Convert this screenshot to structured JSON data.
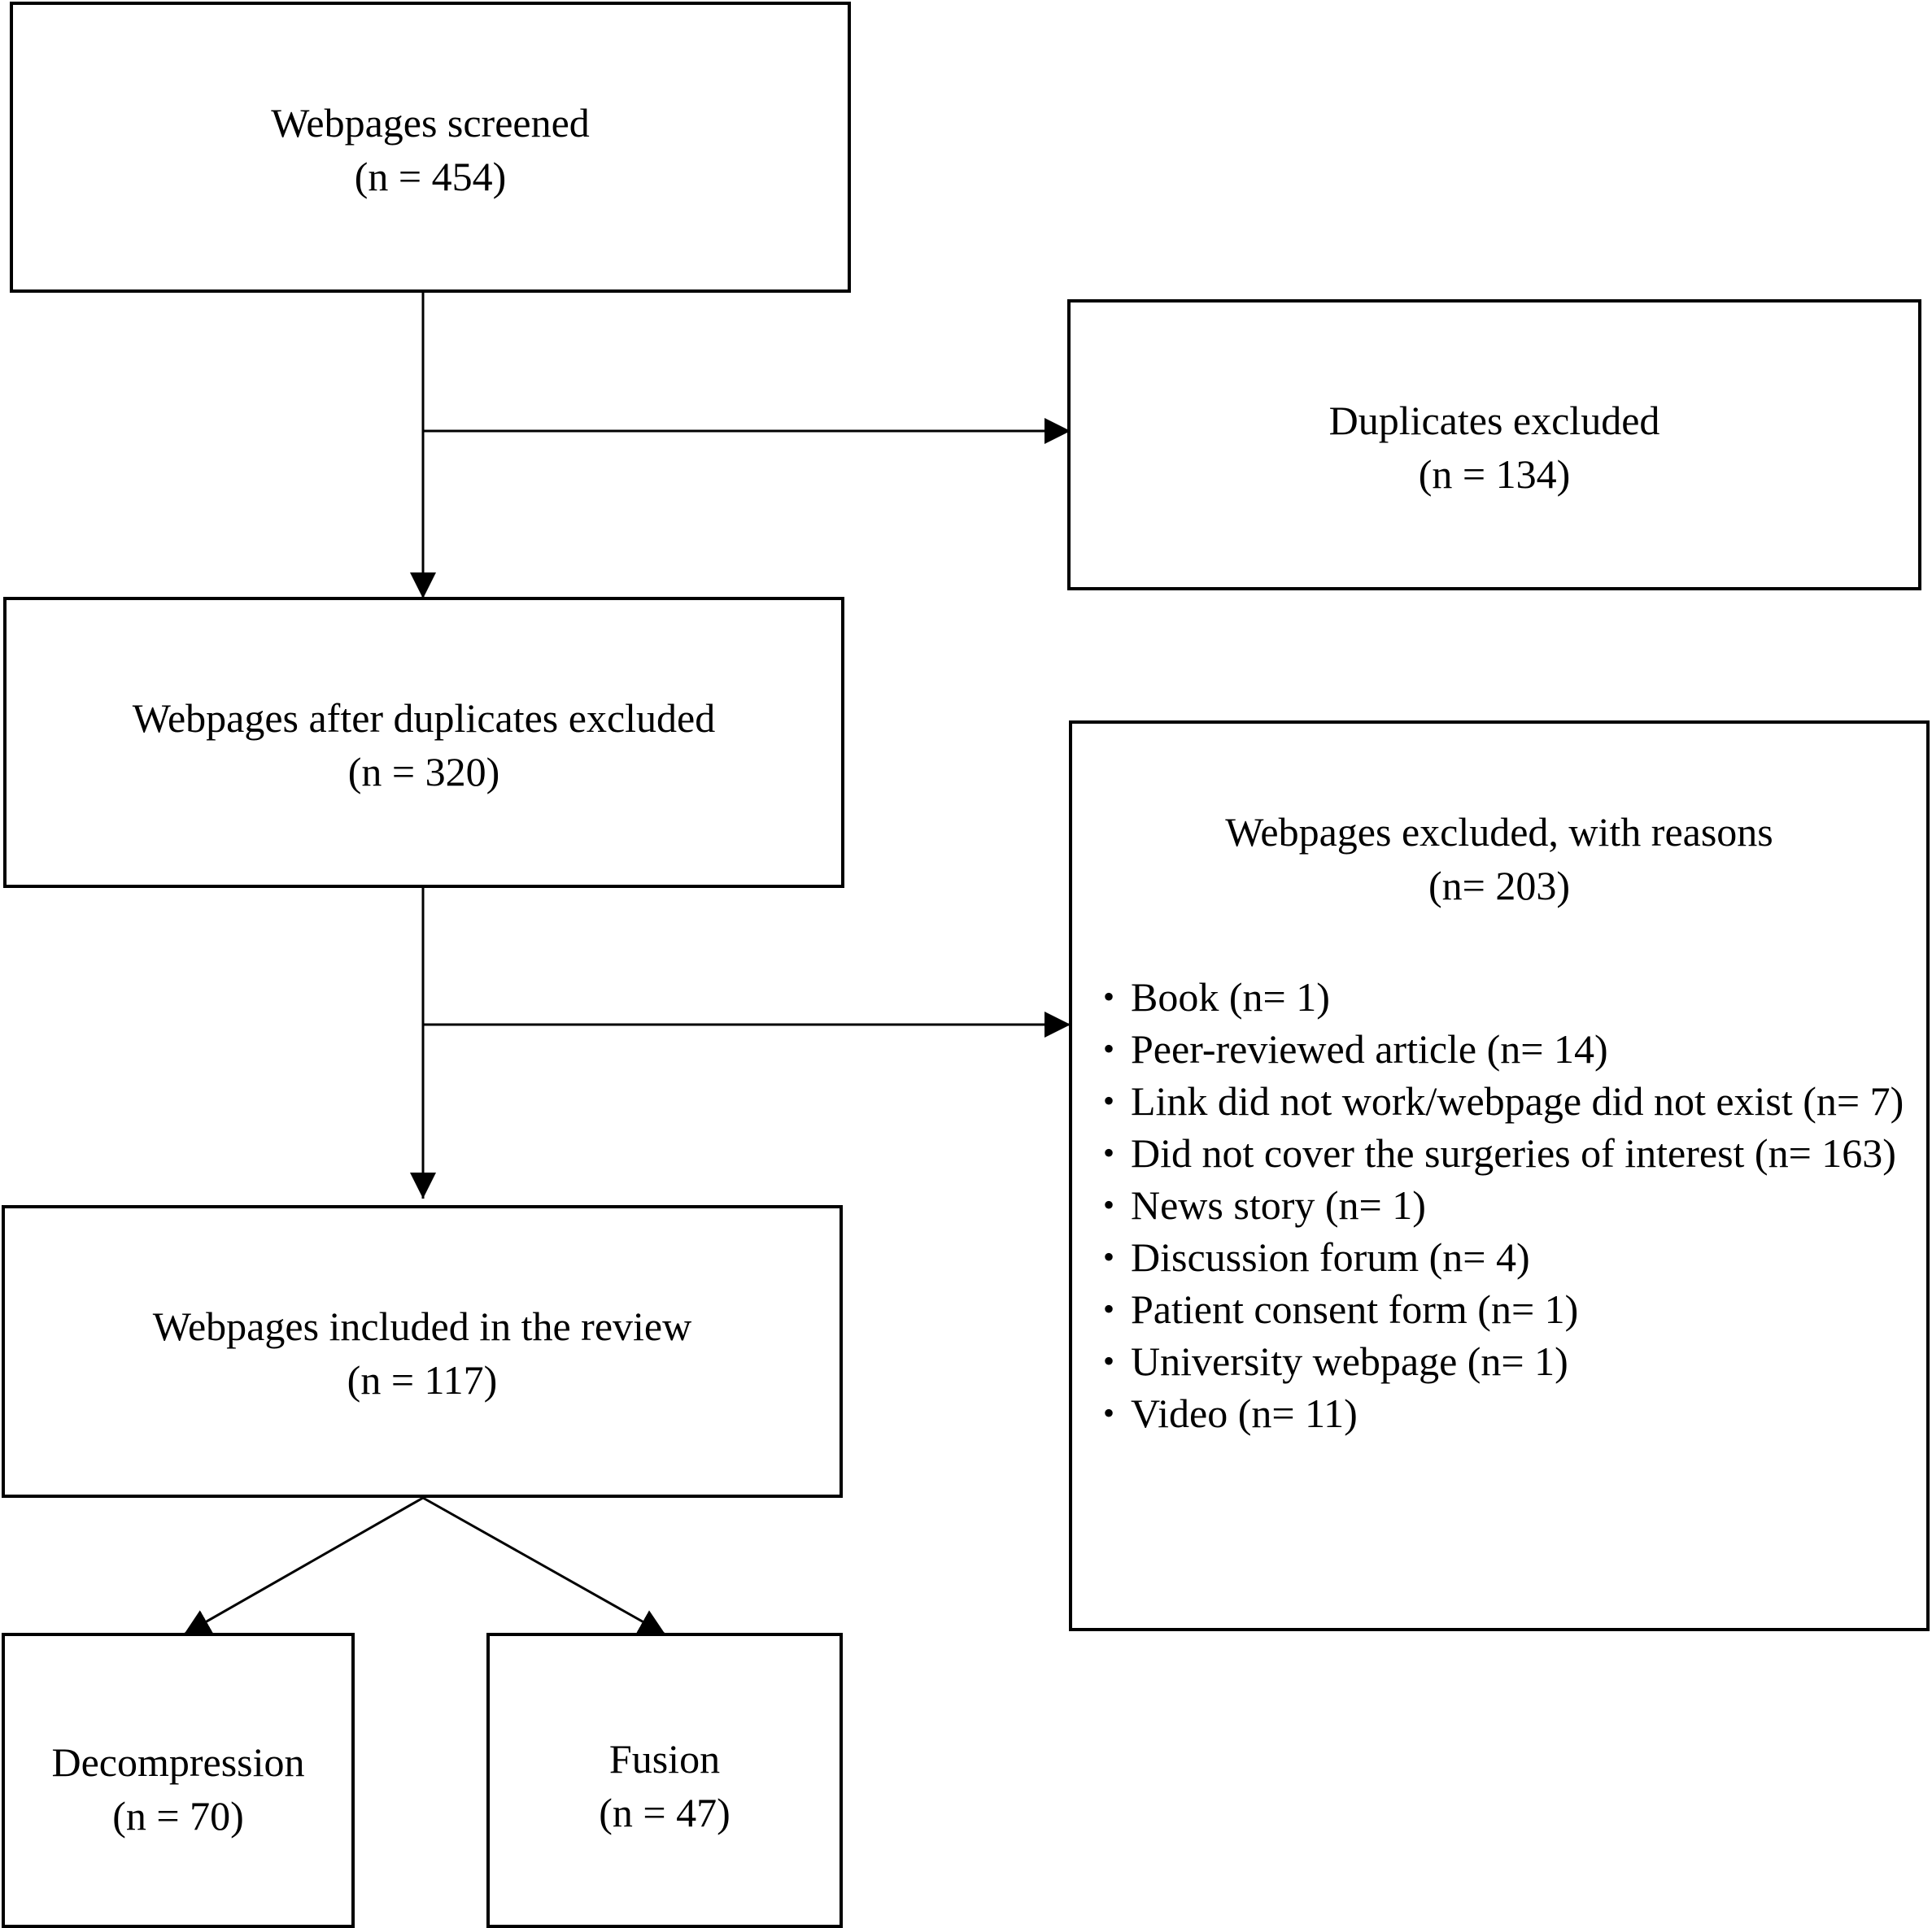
{
  "boxes": {
    "screened": {
      "title": "Webpages screened",
      "count": "(n = 454)"
    },
    "duplicates": {
      "title": "Duplicates excluded",
      "count": "(n = 134)"
    },
    "after_duplicates": {
      "title": "Webpages after duplicates excluded",
      "count": "(n = 320)"
    },
    "excluded_reasons": {
      "title": "Webpages excluded, with reasons",
      "count": "(n= 203)",
      "reasons": [
        "Book (n= 1)",
        "Peer-reviewed article (n= 14)",
        "Link did not work/webpage did not exist (n= 7)",
        "Did not cover the surgeries of interest (n= 163)",
        "News story (n= 1)",
        "Discussion forum (n= 4)",
        "Patient consent form (n= 1)",
        "University webpage (n= 1)",
        "Video (n= 11)"
      ]
    },
    "included": {
      "title": "Webpages included in the review",
      "count": "(n = 117)"
    },
    "decompression": {
      "title": "Decompression",
      "count": "(n = 70)"
    },
    "fusion": {
      "title": "Fusion",
      "count": "(n = 47)"
    }
  }
}
